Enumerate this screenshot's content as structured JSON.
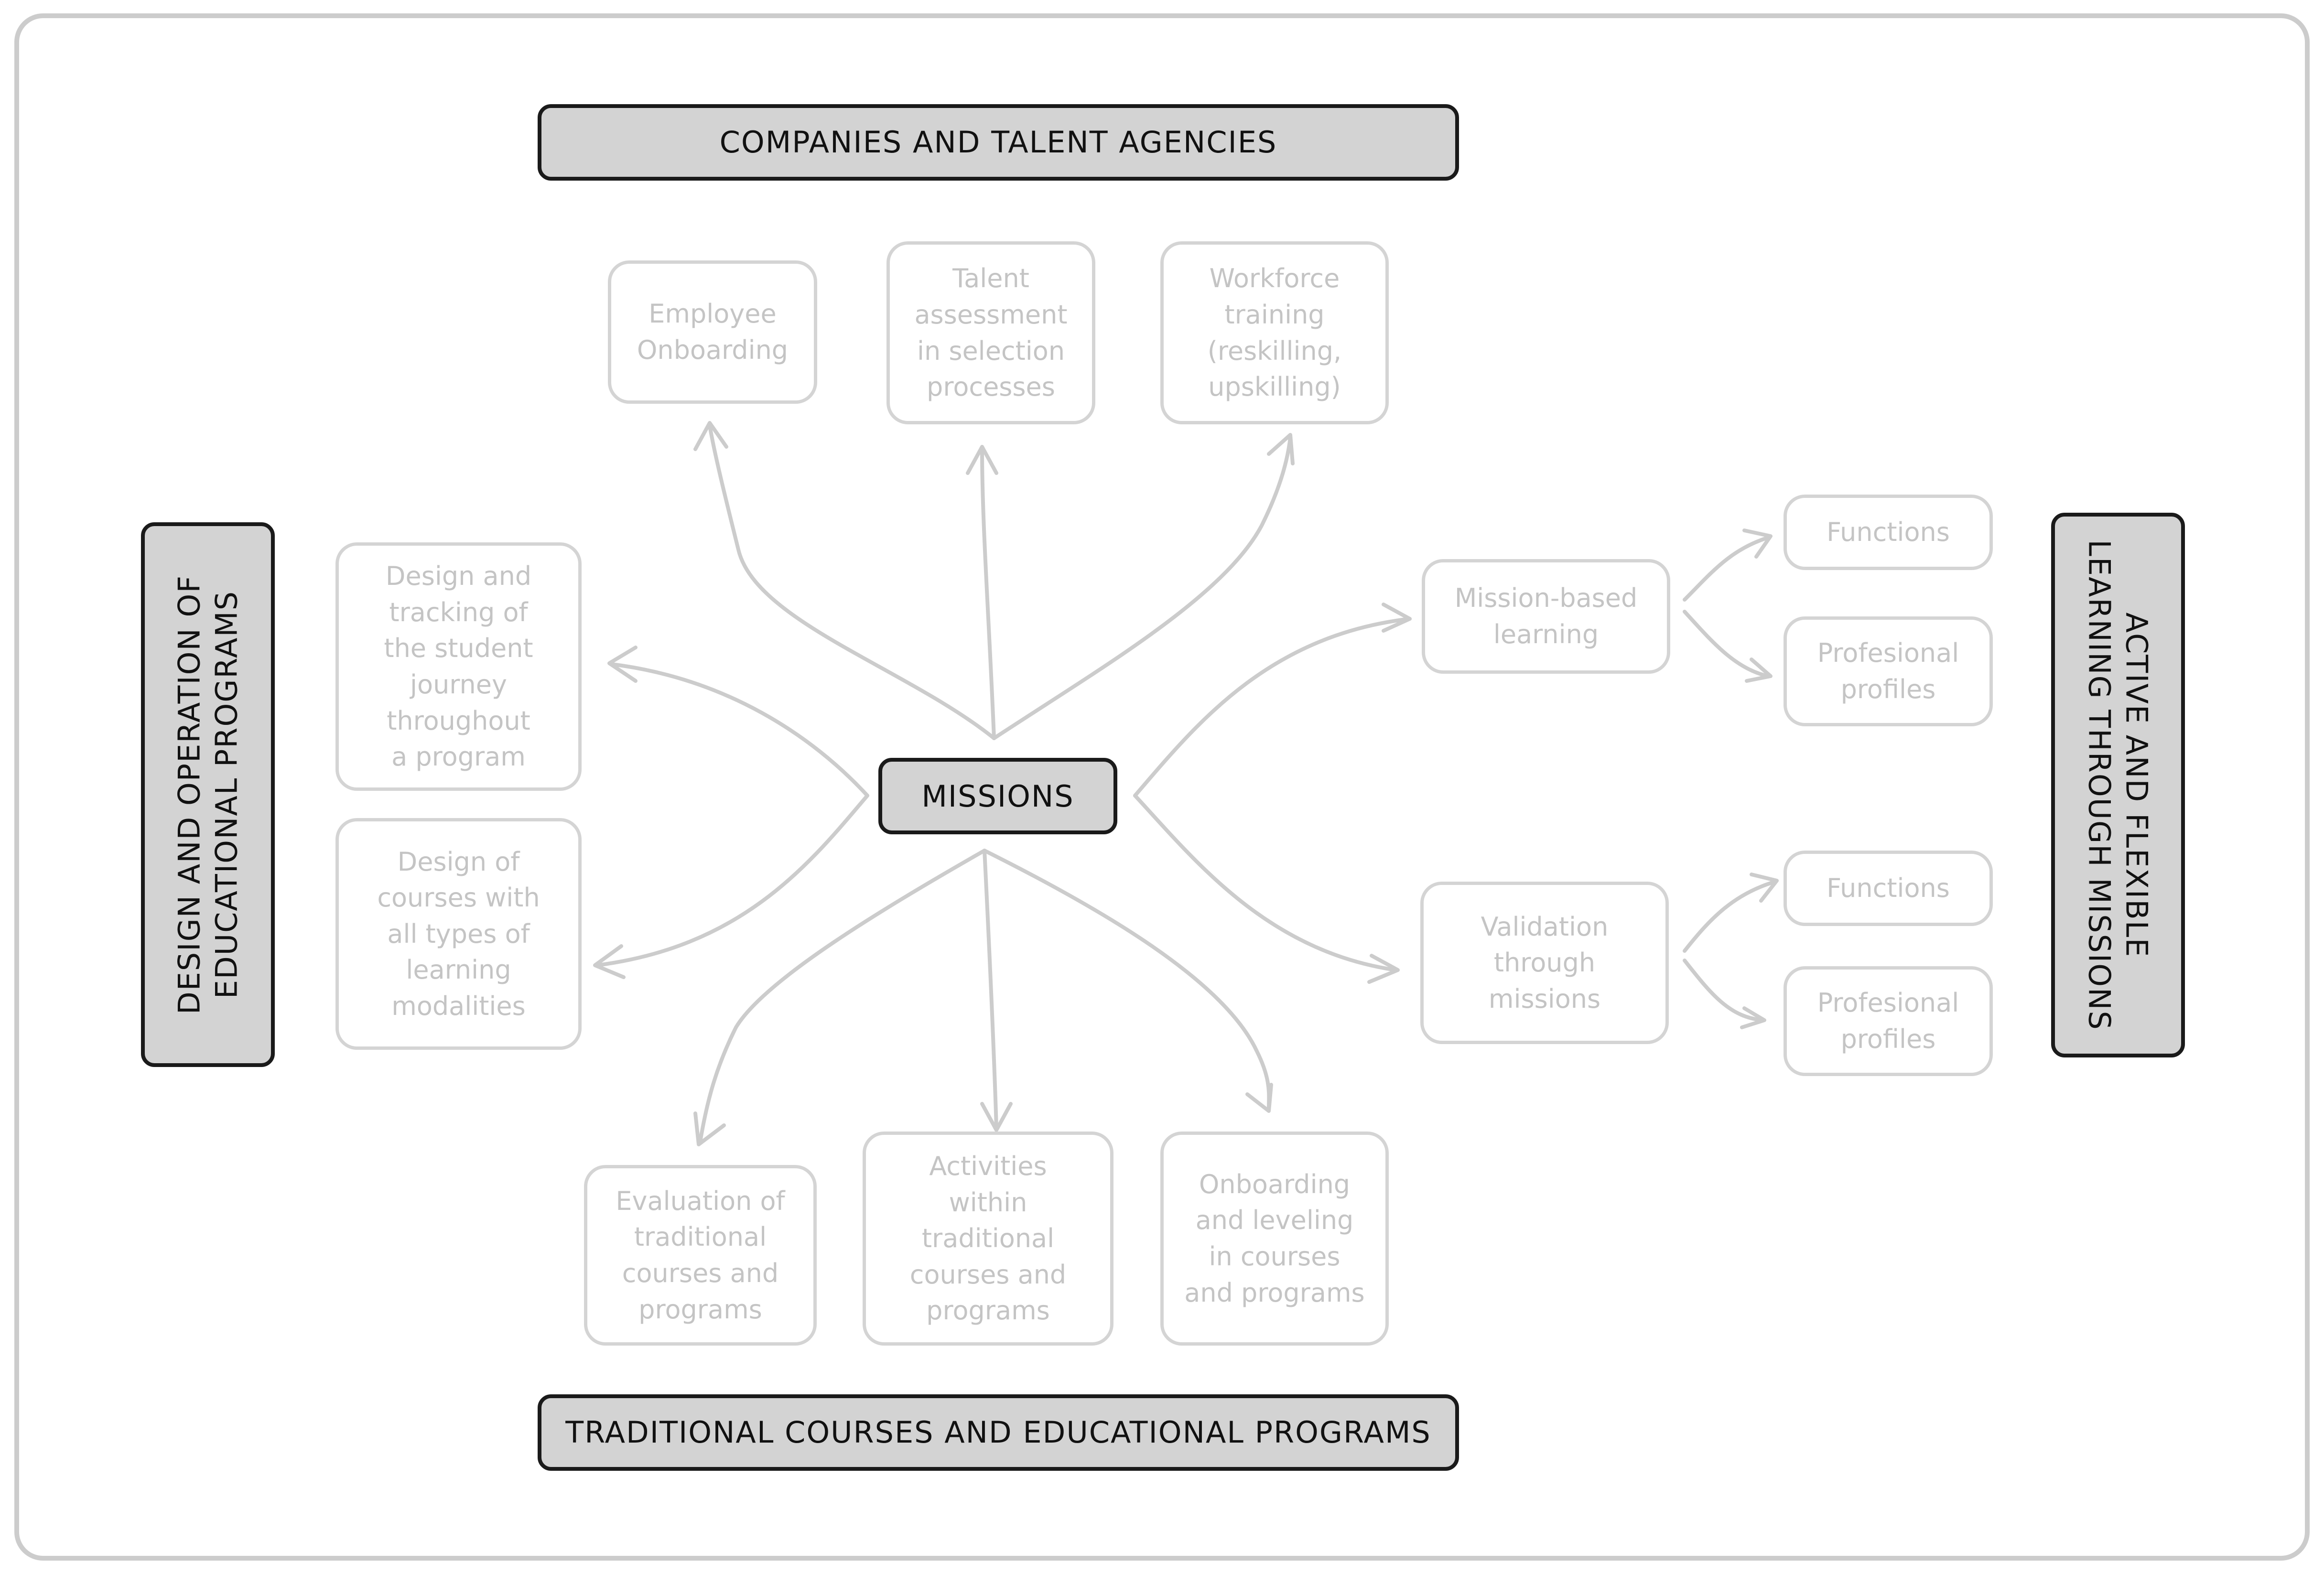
{
  "diagram": {
    "center": "MISSIONS",
    "banners": {
      "top": "COMPANIES AND TALENT AGENCIES",
      "bottom": "TRADITIONAL COURSES AND EDUCATIONAL PROGRAMS",
      "left": [
        "DESIGN AND OPERATION OF",
        "EDUCATIONAL PROGRAMS"
      ],
      "right": [
        "ACTIVE AND FLEXIBLE",
        "LEARNING THROUGH MISSIONS"
      ]
    },
    "top_nodes": [
      [
        "Employee",
        "Onboarding"
      ],
      [
        "Talent",
        "assessment",
        "in selection",
        "processes"
      ],
      [
        "Workforce",
        "training",
        "(reskilling,",
        "upskilling)"
      ]
    ],
    "left_nodes": [
      [
        "Design and",
        "tracking of",
        "the student",
        "journey",
        "throughout",
        "a program"
      ],
      [
        "Design of",
        "courses with",
        "all types of",
        "learning",
        "modalities"
      ]
    ],
    "bottom_nodes": [
      [
        "Evaluation of",
        "traditional",
        "courses and",
        "programs"
      ],
      [
        "Activities",
        "within",
        "traditional",
        "courses and",
        "programs"
      ],
      [
        "Onboarding",
        "and leveling",
        "in courses",
        "and programs"
      ]
    ],
    "right_nodes": [
      [
        "Mission-based",
        "learning"
      ],
      [
        "Validation",
        "through",
        "missions"
      ]
    ],
    "leaf_nodes": [
      [
        "Functions"
      ],
      [
        "Profesional",
        "profiles"
      ],
      [
        "Functions"
      ],
      [
        "Profesional",
        "profiles"
      ]
    ]
  },
  "colors": {
    "banner_fill": "#d3d3d3",
    "banner_border": "#1a1a1a",
    "node_border": "#d4d4d4",
    "node_text": "#c4c4c4",
    "arrow": "#cccccc"
  }
}
